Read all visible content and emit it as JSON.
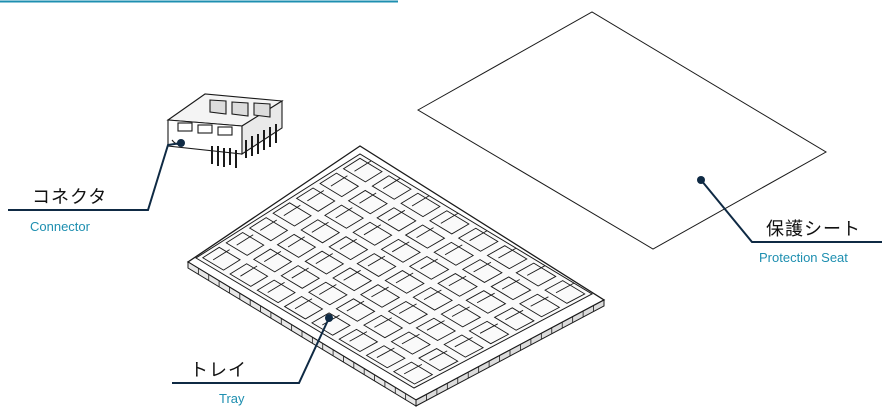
{
  "colors": {
    "accent": "#1e8fb0",
    "leader": "#0f2a44",
    "line": "#1a1a1a"
  },
  "labels": {
    "connector": {
      "jp": "コネクタ",
      "en": "Connector"
    },
    "protection_sheet": {
      "jp": "保護シート",
      "en": "Protection Seat"
    },
    "tray": {
      "jp": "トレイ",
      "en": "Tray"
    }
  }
}
